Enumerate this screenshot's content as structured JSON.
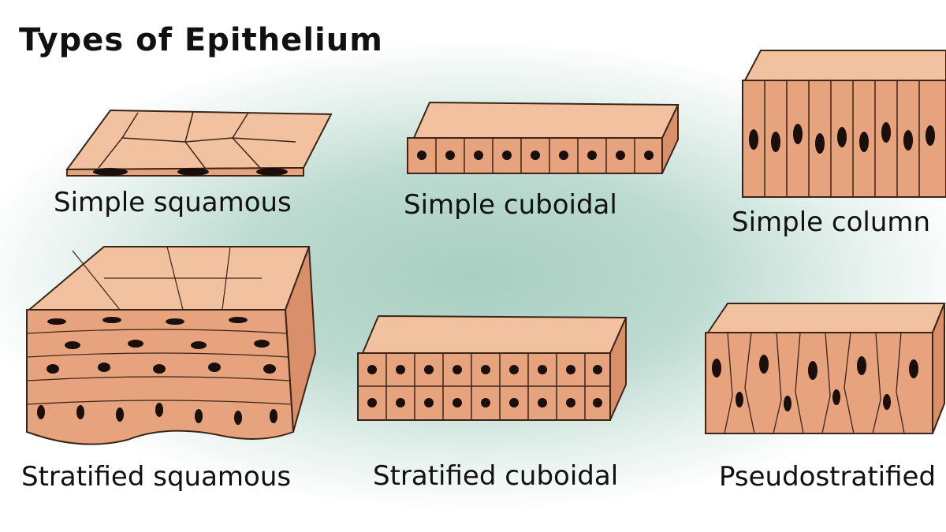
{
  "title": "Types of Epithelium",
  "tissues": [
    {
      "label": "Simple squamous"
    },
    {
      "label": "Simple cuboidal"
    },
    {
      "label": "Simple column"
    },
    {
      "label": "Stratified squamous"
    },
    {
      "label": "Stratified cuboidal"
    },
    {
      "label": "Pseudostratified"
    }
  ],
  "colors": {
    "cell": "#e6a37e",
    "cell_light": "#f2c2a0",
    "nucleus": "#1a0f0a",
    "outline": "#3b2418",
    "background": "#b7d6cb"
  }
}
